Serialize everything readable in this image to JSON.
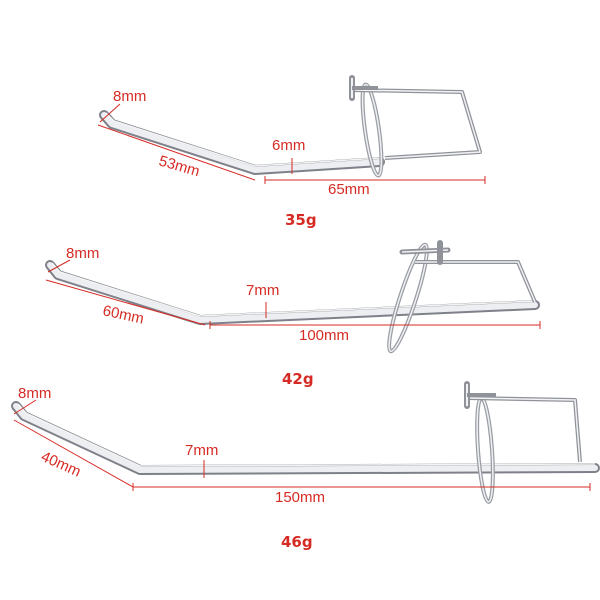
{
  "products": [
    {
      "tip_diameter": "8mm",
      "curve_length": "53mm",
      "shaft_diameter": "6mm",
      "shaft_length": "65mm",
      "weight": "35g"
    },
    {
      "tip_diameter": "8mm",
      "curve_length": "60mm",
      "shaft_diameter": "7mm",
      "shaft_length": "100mm",
      "weight": "42g"
    },
    {
      "tip_diameter": "8mm",
      "curve_length": "40mm",
      "shaft_diameter": "7mm",
      "shaft_length": "150mm",
      "weight": "46g"
    }
  ],
  "colors": {
    "annotation": "#d62b24",
    "metal_light": "#f4f4f6",
    "metal_dark": "#8d9098"
  }
}
